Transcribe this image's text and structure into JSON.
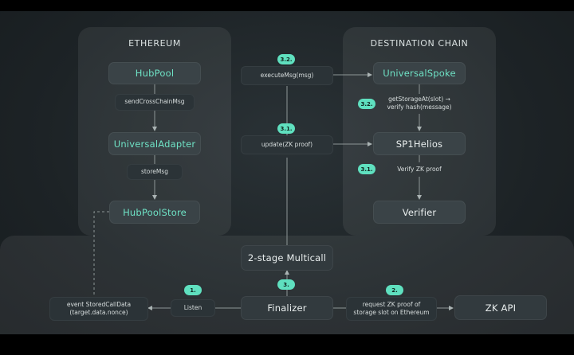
{
  "headings": {
    "ethereum": "ETHEREUM",
    "destination": "DESTINATION CHAIN"
  },
  "nodes": {
    "hubpool": "HubPool",
    "universal_adapter": "UniversalAdapter",
    "hubpool_store": "HubPoolStore",
    "universal_spoke": "UniversalSpoke",
    "sp1helios": "SP1Helios",
    "verifier": "Verifier",
    "multicall": "2-stage Multicall",
    "finalizer": "Finalizer",
    "zk_api": "ZK API"
  },
  "labels": {
    "send_cross_chain_msg": "sendCrossChainMsg",
    "store_msg": "storeMsg",
    "execute_msg": "executeMsg(msg)",
    "update_zk_proof": "update(ZK proof)",
    "get_storage_at_line1": "getStorageAt(slot) →",
    "get_storage_at_line2": "verify hash(message)",
    "verify_zk_proof": "Verify ZK proof",
    "event_line1": "event StoredCallData",
    "event_line2": "(target.data.nonce)",
    "listen": "Listen",
    "request_line1": "request ZK proof of",
    "request_line2": "storage slot on Ethereum"
  },
  "badges": {
    "b32_top": "3.2.",
    "b31_mid": "3.1.",
    "b32_right": "3.2.",
    "b31_right": "3.1.",
    "b3": "3.",
    "b1": "1.",
    "b2": "2."
  },
  "colors": {
    "accent": "#6fe3c6",
    "badge": "#5fe0bf",
    "node_bg": "#3a4347"
  }
}
